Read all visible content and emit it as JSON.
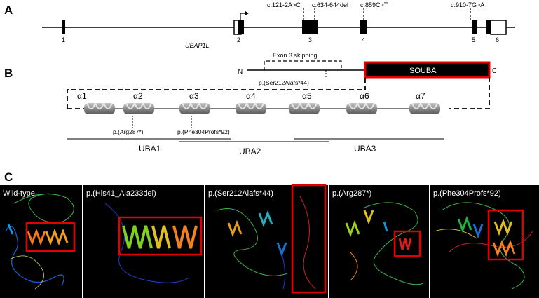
{
  "panels": {
    "a": "A",
    "b": "B",
    "c": "C"
  },
  "gene": {
    "name": "UBAP1L",
    "exons": [
      "1",
      "2",
      "3",
      "4",
      "5",
      "6"
    ],
    "variants": [
      "c.121-2A>C",
      "c.634-644del",
      "c.859C>T",
      "c.910-7G>A"
    ]
  },
  "protein": {
    "n_term": "N",
    "c_term": "C",
    "domain": "SOUBA",
    "skipping": "Exon 3 skipping",
    "frameshift": "p.(Ser212Alafs*44)",
    "helices": [
      "α1",
      "α2",
      "α3",
      "α4",
      "α5",
      "α6",
      "α7"
    ],
    "helix_mutations": [
      "p.(Arg287*)",
      "p.(Phe304Profs*92)"
    ],
    "uba_domains": [
      "UBA1",
      "UBA2",
      "UBA3"
    ]
  },
  "structures": [
    {
      "title": "Wild-type"
    },
    {
      "title": "p.(His41_Ala233del)"
    },
    {
      "title": "p.(Ser212Alafs*44)"
    },
    {
      "title": "p.(Arg287*)"
    },
    {
      "title": "p.(Phe304Profs*92)"
    }
  ],
  "colors": {
    "highlight": "#e00000",
    "domain_fill": "#000000",
    "helix": "#9a9a9a"
  }
}
